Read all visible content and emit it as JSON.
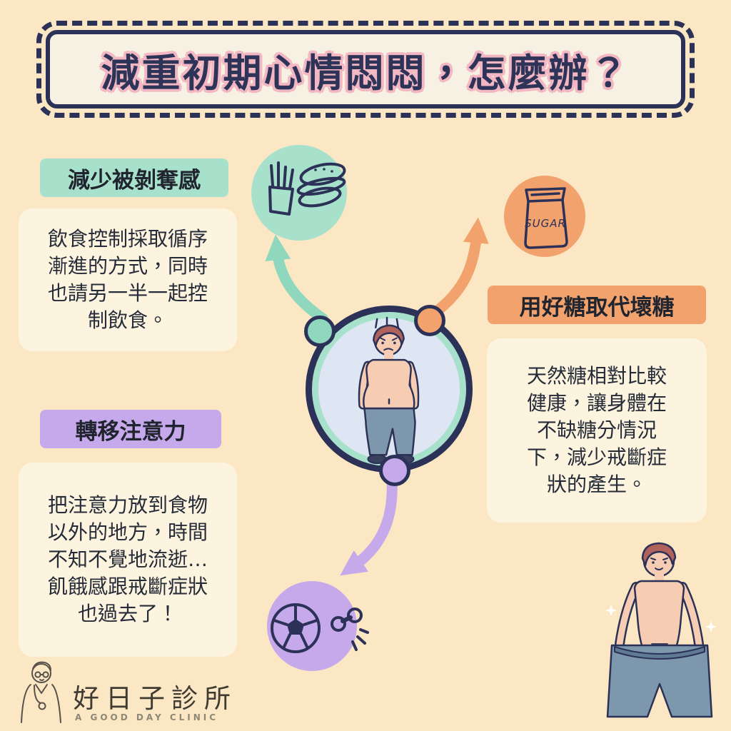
{
  "title": "減重初期心情悶悶，怎麼辦？",
  "sections": [
    {
      "label": "減少被剝奪感",
      "body": "飲食控制採取循序漸進的方式，同時也請另一半一起控制飲食。",
      "accent": "#a8e1cb"
    },
    {
      "label": "用好糖取代壞糖",
      "body": "天然糖相對比較健康，讓身體在不缺糖分情況下，減少戒斷症狀的產生。",
      "accent": "#f2a36d"
    },
    {
      "label": "轉移注意力",
      "body": "把注意力放到食物以外的地方，時間不知不覺地流逝…飢餓感跟戒斷症狀也過去了！",
      "accent": "#c6a9ea"
    }
  ],
  "icons": [
    {
      "name": "burger-fries-icon",
      "bg": "#a8e1cb"
    },
    {
      "name": "sugar-bag-icon",
      "bg": "#f2a36d",
      "label": "SUGAR"
    },
    {
      "name": "sports-ball-icon",
      "bg": "#c6a9ea"
    }
  ],
  "center": {
    "illustration": "sad-overweight-man"
  },
  "footer": {
    "clinic_name": "好日子診所",
    "clinic_name_en": "A GOOD DAY CLINIC"
  },
  "colors": {
    "background": "#fbe7c3",
    "navy": "#2b3157",
    "pink_outline": "#f2b7c3",
    "card": "#fdf4e0",
    "mint": "#a8e1cb",
    "orange": "#f2a36d",
    "purple": "#c6a9ea",
    "pants_blue": "#7d97ad",
    "skin": "#f6cdb2",
    "hair": "#b0625c"
  }
}
